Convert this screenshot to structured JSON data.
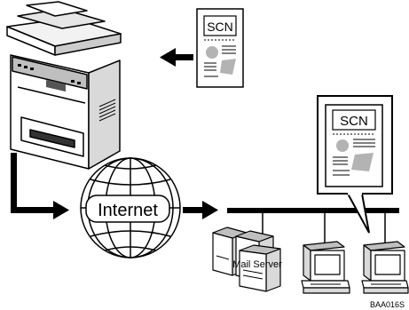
{
  "document_label_small": "SCN",
  "document_label_large": "SCN",
  "internet_label": "Internet",
  "mail_server_label": "Mail Server",
  "figure_code": "BAA016S"
}
